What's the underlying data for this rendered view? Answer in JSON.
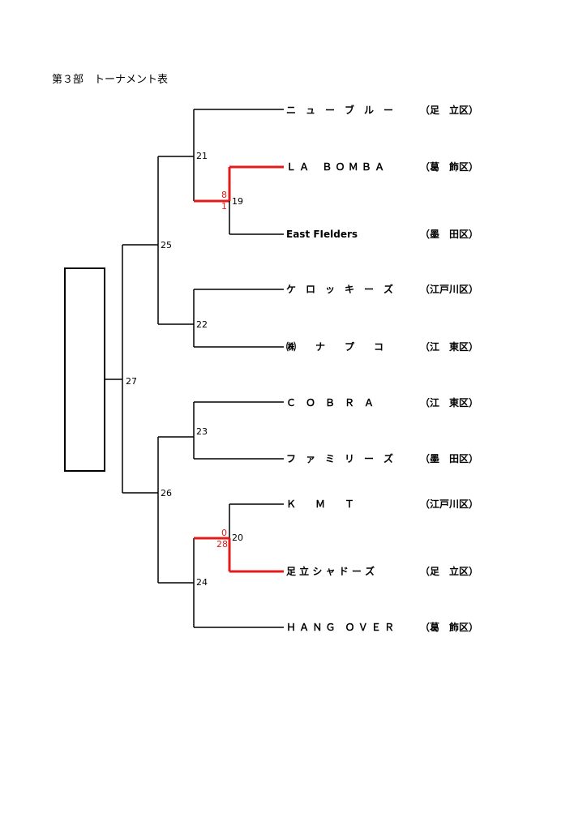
{
  "title": "第３部　トーナメント表",
  "colors": {
    "winner_line": "#e31b1b",
    "line": "#000000",
    "score": "#e31b1b"
  },
  "teams": [
    {
      "name": "ニ　ュ　ー　ブ　ル　ー",
      "ward": "（足　立区）"
    },
    {
      "name": "Ｌ Ａ　 Ｂ Ｏ Ｍ Ｂ Ａ",
      "ward": "（葛　飾区）"
    },
    {
      "name": "East  FIelders",
      "ward": "（墨　田区）"
    },
    {
      "name": "ケ　ロ　ッ　キ　ー　ズ",
      "ward": "（江戸川区）"
    },
    {
      "name": "㈱　　ナ　　プ　　コ",
      "ward": "（江　東区）"
    },
    {
      "name": "Ｃ　Ｏ　Ｂ　Ｒ　Ａ",
      "ward": "（江　東区）"
    },
    {
      "name": "フ　ァ　ミ　リ　ー　ズ",
      "ward": "（墨　田区）"
    },
    {
      "name": "Ｋ　　Ｍ　　Ｔ",
      "ward": "（江戸川区）"
    },
    {
      "name": "足 立 シ ャ ド ー ズ",
      "ward": "（足　立区）"
    },
    {
      "name": "Ｈ Ａ Ｎ Ｇ　Ｏ Ｖ Ｅ Ｒ",
      "ward": "（葛　飾区）"
    }
  ],
  "games": {
    "g19": "19",
    "g20": "20",
    "g21": "21",
    "g22": "22",
    "g23": "23",
    "g24": "24",
    "g25": "25",
    "g26": "26",
    "g27": "27"
  },
  "scores": {
    "g19_top": "8",
    "g19_bottom": "1",
    "g20_top": "0",
    "g20_bottom": "28"
  }
}
